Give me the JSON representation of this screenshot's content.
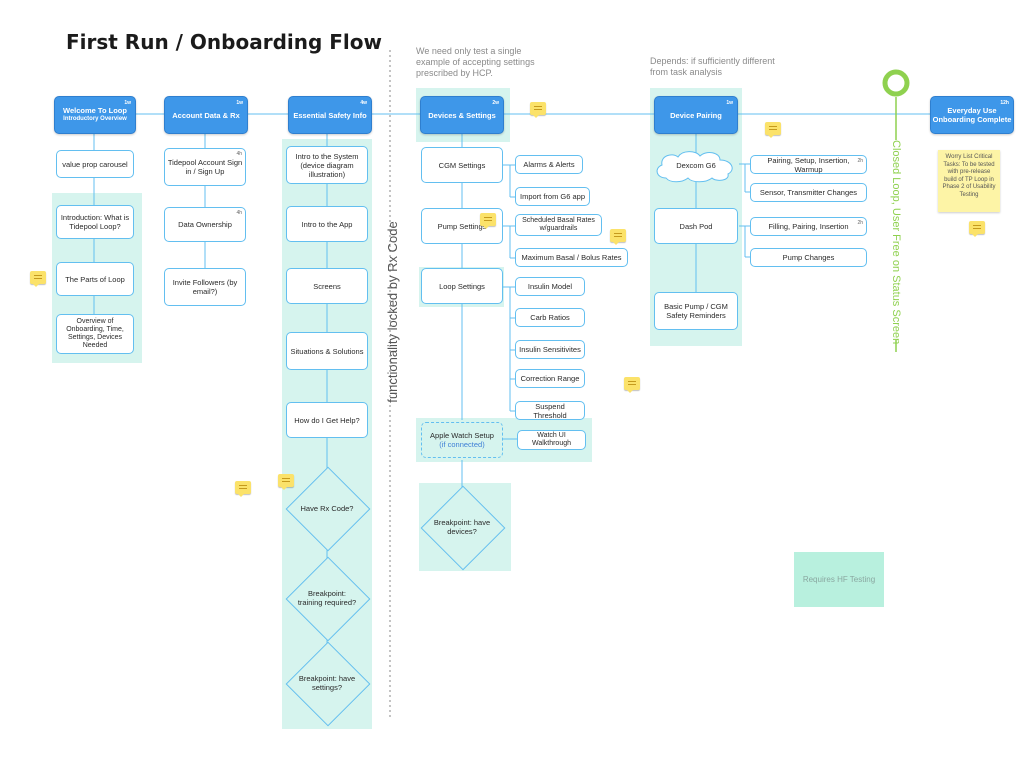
{
  "title": "First Run / Onboarding Flow",
  "notes": {
    "devices": "We need only test a single example of accepting settings prescribed by HCP.",
    "pairing": "Depends: if sufficiently different from task analysis"
  },
  "vertical_labels": {
    "rx_code": "functionality locked by Rx Code",
    "closed_loop": "Closed Loop, User Free on Status Screen"
  },
  "columns": {
    "welcome": {
      "title": "Welcome To Loop",
      "subtitle": "Introductory Overview",
      "estimate": "1w",
      "items": [
        "value prop carousel",
        "Introduction: What is Tidepool Loop?",
        "The Parts of Loop",
        "Overview of Onboarding, Time, Settings, Devices Needed"
      ]
    },
    "account": {
      "title": "Account Data & Rx",
      "estimate": "1w",
      "items": [
        {
          "label": "Tidepool Account Sign in / Sign Up",
          "estimate": "4h"
        },
        {
          "label": "Data Ownership",
          "estimate": "4h"
        },
        {
          "label": "Invite Followers (by email?)",
          "estimate": ""
        }
      ]
    },
    "safety": {
      "title": "Essential Safety Info",
      "estimate": "4w",
      "items": [
        "Intro to the System (device diagram illustration)",
        "Intro to the App",
        "Screens",
        "Situations & Solutions",
        "How do I Get Help?"
      ],
      "decisions": [
        "Have Rx Code?",
        "Breakpoint: training required?",
        "Breakpoint: have settings?"
      ]
    },
    "devices": {
      "title": "Devices & Settings",
      "estimate": "2w",
      "cgm": "CGM Settings",
      "cgm_items": [
        "Alarms & Alerts",
        "Import from G6 app"
      ],
      "pump": "Pump Settings",
      "pump_items": [
        "Scheduled Basal Rates w/guardrails",
        "Maximum Basal / Bolus Rates"
      ],
      "loop": "Loop Settings",
      "loop_items": [
        "Insulin Model",
        "Carb Ratios",
        "Insulin Sensitivites",
        "Correction Range",
        "Suspend Threshold"
      ],
      "watch": "Apple Watch Setup",
      "watch_note": "(if connected)",
      "watch_item": "Watch UI Walkthrough",
      "decision": "Breakpoint: have devices?"
    },
    "pairing": {
      "title": "Device Pairing",
      "estimate": "1w",
      "dexcom": "Dexcom G6",
      "dexcom_estimate": "2h",
      "dexcom_items": [
        "Pairing, Setup, Insertion, Warmup",
        "Sensor, Transmitter Changes"
      ],
      "dash": "Dash Pod",
      "dash_estimate": "2h",
      "dash_items": [
        "Filling, Pairing, Insertion",
        "Pump Changes"
      ],
      "reminders": "Basic Pump / CGM Safety Reminders"
    },
    "everyday": {
      "title": "Everyday Use",
      "subtitle": "Onboarding Complete",
      "estimate": "12h"
    }
  },
  "sticky_note": "Worry List Critical Tasks: To be tested with pre-release build of TP Loop in Phase 2 of Usability Testing",
  "legend": "Requires HF Testing",
  "colors": {
    "header": "#3e97e9",
    "zone": "#d6f4ee",
    "border": "#63bff0",
    "loop_circle": "#8fd14f",
    "comment": "#fbe26a"
  }
}
